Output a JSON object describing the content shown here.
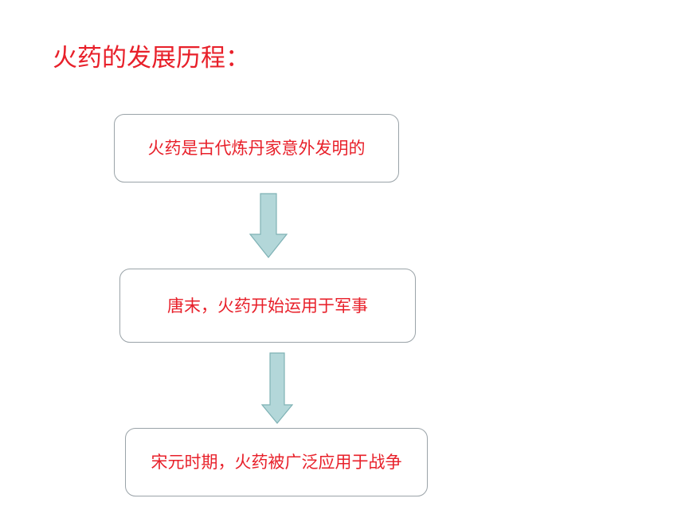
{
  "slide": {
    "title": "火药的发展历程："
  },
  "flow": {
    "steps": [
      {
        "text": "火药是古代炼丹家意外发明的"
      },
      {
        "text": "唐末，火药开始运用于军事"
      },
      {
        "text": "宋元时期，火药被广泛应用于战争"
      }
    ],
    "arrow_fill": "#b3d7d9",
    "arrow_stroke": "#7fb2b5"
  },
  "colors": {
    "text_accent": "#e8202a",
    "box_border": "#9aa3a8",
    "background": "#ffffff"
  }
}
